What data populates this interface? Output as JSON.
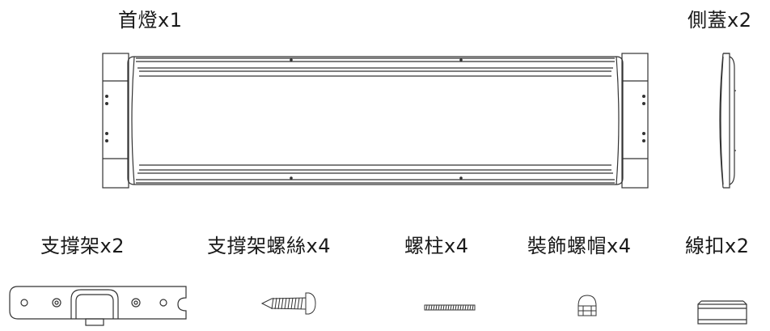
{
  "parts": {
    "head_lamp": {
      "label": "首燈x1"
    },
    "side_cover": {
      "label": "側蓋x2"
    },
    "bracket": {
      "label": "支撐架x2"
    },
    "bracket_screw": {
      "label": "支撐架螺絲x4"
    },
    "stud": {
      "label": "螺柱x4"
    },
    "decorative_nut": {
      "label": "裝飾螺帽x4"
    },
    "cable_clip": {
      "label": "線扣x2"
    }
  },
  "colors": {
    "line": "#333333",
    "text": "#1a1a1a"
  }
}
